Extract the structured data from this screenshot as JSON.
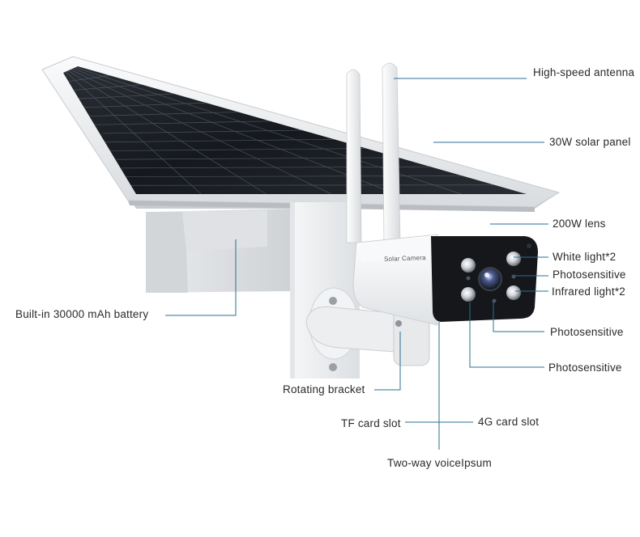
{
  "labels": {
    "antenna": "High-speed antenna",
    "solar_panel": "30W solar panel",
    "lens": "200W lens",
    "white_light": "White light*2",
    "photosensitive_1": "Photosensitive",
    "infrared_light": "Infrared light*2",
    "photosensitive_2": "Photosensitive",
    "photosensitive_3": "Photosensitive",
    "battery": "Built-in 30000 mAh battery",
    "bracket": "Rotating bracket",
    "tf_card": "TF card slot",
    "sim_card": "4G card slot",
    "voice": "Two-way voiceIpsum"
  },
  "camera_brand": "Solar Camera",
  "colors": {
    "callout_line": "#2a6f96",
    "panel_cell": "#1c1f24",
    "panel_frame": "#eef0f2",
    "body_white": "#f3f4f5",
    "lens_face": "#15171a"
  }
}
